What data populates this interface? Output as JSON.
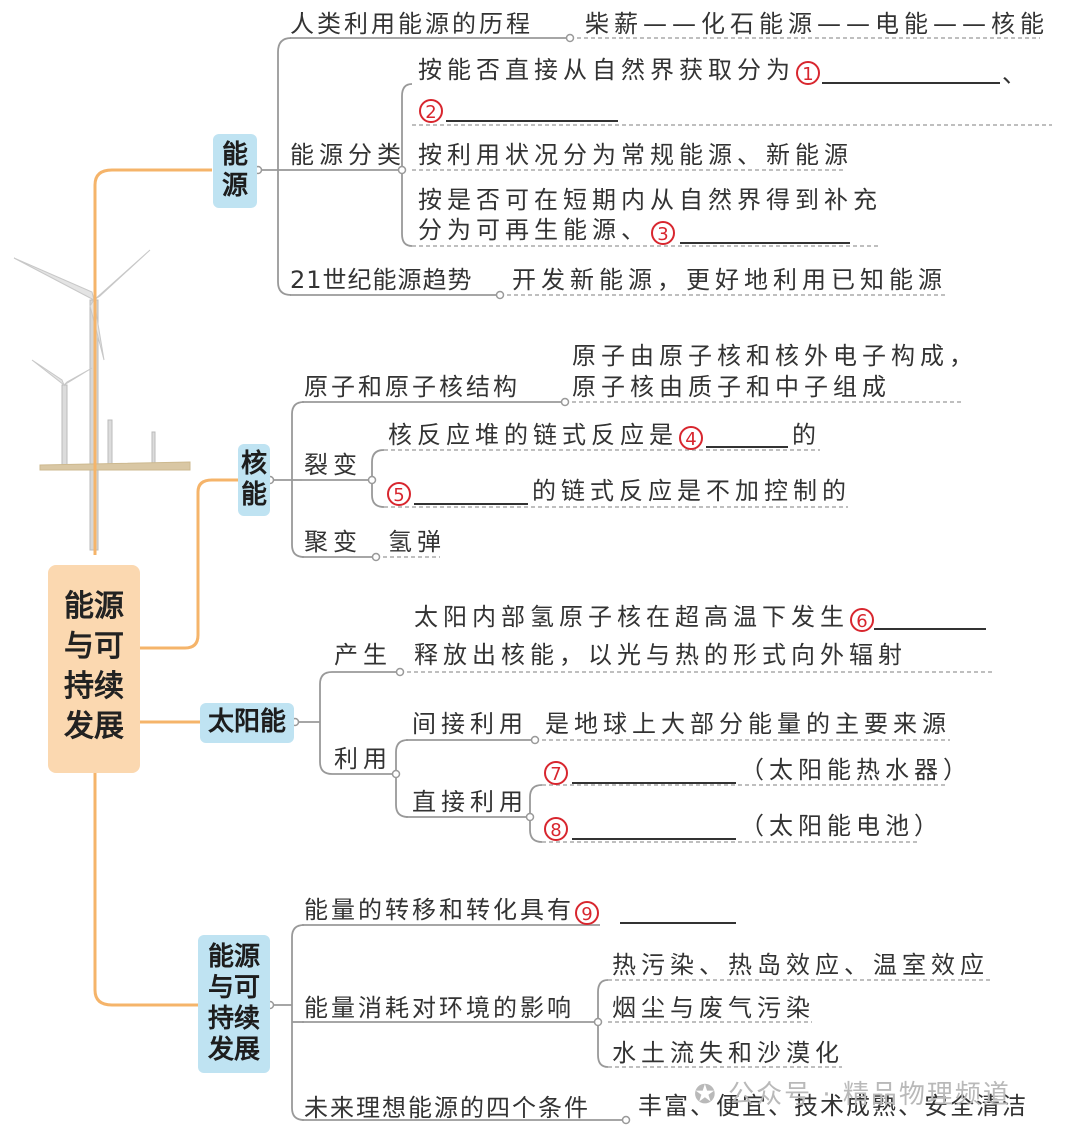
{
  "central": {
    "lines": [
      "能源",
      "与可",
      "持续",
      "发展"
    ]
  },
  "categories": {
    "energy": [
      "能",
      "源"
    ],
    "nuclear": [
      "核",
      "能"
    ],
    "solar": "太阳能",
    "sustainable": [
      "能源",
      "与可",
      "持续",
      "发展"
    ]
  },
  "energy": {
    "history_label": "人类利用能源的历程",
    "history_value": "柴薪——化石能源——电能——核能",
    "class_label": "能源分类",
    "class1_text": "按能否直接从自然界获取分为",
    "class1_end": "、",
    "class2_text": "按利用状况分为常规能源、新能源",
    "class3_line1": "按是否可在短期内从自然界得到补充",
    "class3_line2": "分为可再生能源、",
    "trend_label": "21世纪能源趋势",
    "trend_value": "开发新能源，更好地利用已知能源"
  },
  "nuclear": {
    "structure_label": "原子和原子核结构",
    "structure_line1": "原子由原子核和核外电子构成，",
    "structure_line2": "原子核由质子和中子组成",
    "fission_label": "裂变",
    "fission1_text": "核反应堆的链式反应是",
    "fission1_end": "的",
    "fission2_text": "的链式反应是不加控制的",
    "fusion_label": "聚变",
    "fusion_value": "氢弹"
  },
  "solar": {
    "produce_label": "产生",
    "produce_line1": "太阳内部氢原子核在超高温下发生",
    "produce_line2": "释放出核能，以光与热的形式向外辐射",
    "use_label": "利用",
    "indirect_label": "间接利用",
    "indirect_value": "是地球上大部分能量的主要来源",
    "direct_label": "直接利用",
    "direct1_note": "（太阳能热水器）",
    "direct2_note": "（太阳能电池）"
  },
  "sustainable": {
    "direction_text": "能量的转移和转化具有",
    "env_label": "能量消耗对环境的影响",
    "env_items": [
      "热污染、热岛效应、温室效应",
      "烟尘与废气污染",
      "水土流失和沙漠化"
    ],
    "future_label": "未来理想能源的四个条件",
    "future_value": "丰富、便宜、技术成熟、安全清洁"
  },
  "blanks": [
    "1",
    "2",
    "3",
    "4",
    "5",
    "6",
    "7",
    "8",
    "9"
  ],
  "watermark": "公众号 · 精品物理频道",
  "colors": {
    "branch": "#f5b46a",
    "central_fill": "#fbd8b0",
    "category_fill": "#bfe3f2",
    "marker": "#d8262e",
    "connector": "#999999"
  }
}
